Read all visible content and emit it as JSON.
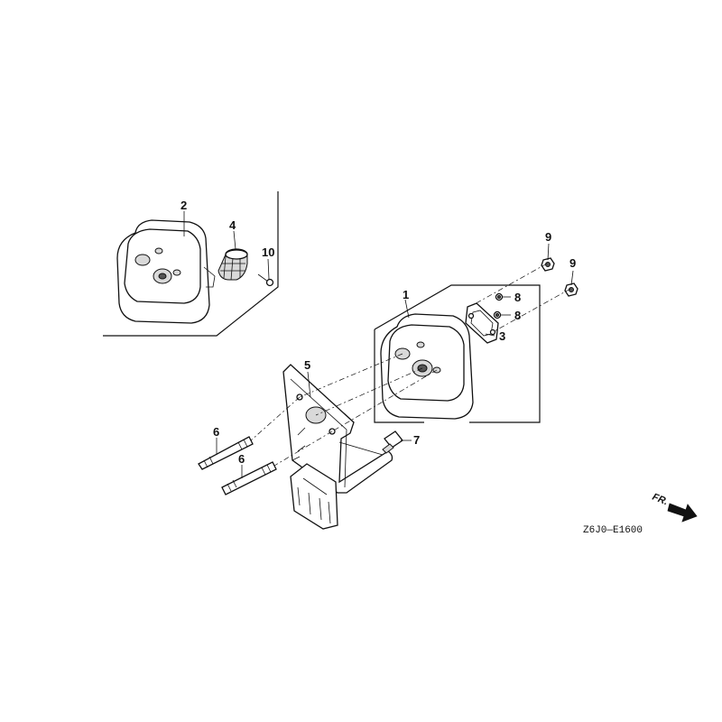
{
  "callouts": [
    {
      "id": "c1",
      "label": "1"
    },
    {
      "id": "c2",
      "label": "2"
    },
    {
      "id": "c3",
      "label": "3"
    },
    {
      "id": "c4",
      "label": "4"
    },
    {
      "id": "c5",
      "label": "5"
    },
    {
      "id": "c6a",
      "label": "6"
    },
    {
      "id": "c6b",
      "label": "6"
    },
    {
      "id": "c7",
      "label": "7"
    },
    {
      "id": "c8a",
      "label": "8"
    },
    {
      "id": "c8b",
      "label": "8"
    },
    {
      "id": "c9a",
      "label": "9"
    },
    {
      "id": "c9b",
      "label": "9"
    },
    {
      "id": "c10",
      "label": "10"
    }
  ],
  "direction_marker": "FR.",
  "diagram_code": "Z6J0—E1600"
}
